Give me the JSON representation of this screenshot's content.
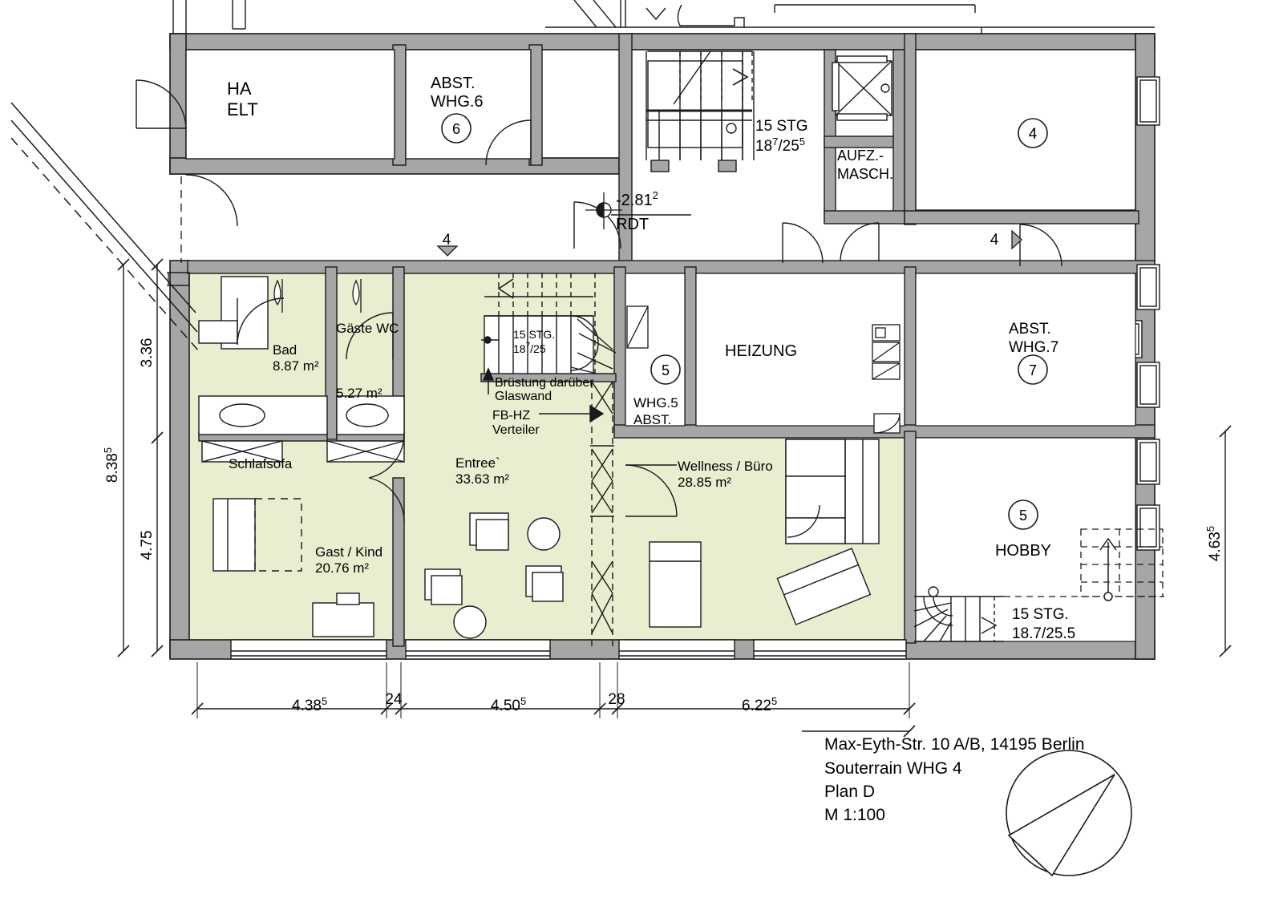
{
  "title_block": {
    "address": "Max-Eyth-Str. 10 A/B, 14195 Berlin",
    "level": "Souterrain WHG 4",
    "plan": "Plan  D",
    "scale": "M 1:100",
    "north_arrow": "north-compass-icon"
  },
  "colors": {
    "apartment_fill": "#eaedd0",
    "wall_fill": "#a6a6a6",
    "line": "#1a1a1a",
    "white": "#ffffff"
  },
  "rooms": {
    "ha_elt": {
      "line1": "HA",
      "line2": "ELT"
    },
    "abst_whg6": {
      "line1": "ABST.",
      "line2": "WHG.6",
      "marker": "6"
    },
    "aufz_masch": {
      "line1": "AUFZ.-",
      "line2": "MASCH."
    },
    "room4_top": {
      "marker": "4"
    },
    "heizung": {
      "label": "HEIZUNG"
    },
    "abst_whg7": {
      "line1": "ABST.",
      "line2": "WHG.7",
      "marker": "7"
    },
    "whg5_abst": {
      "line1": "WHG.5",
      "line2": "ABST.",
      "marker": "5"
    },
    "hobby": {
      "label": "HOBBY",
      "marker": "5"
    },
    "bad": {
      "name": "Bad",
      "area": "8.87 m²"
    },
    "gaeste_wc": {
      "name": "Gäste WC",
      "area": "5.27 m²"
    },
    "entree": {
      "name": "Entree`",
      "area": "33.63 m²"
    },
    "gast_kind": {
      "name": "Gast / Kind",
      "area": "20.76 m²"
    },
    "wellness_buero": {
      "name": "Wellness / Büro",
      "area": "28.85 m²"
    },
    "schlafsofa": {
      "label": "Schlafsofa"
    }
  },
  "annotations": {
    "stair_top": {
      "line1": "15 STG",
      "line2_base": "18",
      "line2_sup1": "7",
      "line2_mid": "/25",
      "line2_sup2": "5"
    },
    "stair_entree": {
      "line1": "15 STG.",
      "line2_base": "18",
      "line2_sup1": "7",
      "line2_mid": "/25"
    },
    "stair_hobby": {
      "line1": "15 STG.",
      "line2": "18.7/25.5"
    },
    "level_mark": {
      "value_base": "-2.81",
      "value_sup": "2",
      "label": "RDT"
    },
    "bruestung": {
      "line1": "Brüstung darüber",
      "line2": "Glaswand"
    },
    "fb_hz": {
      "line1": "FB-HZ",
      "line2": "Verteiler"
    },
    "door_marker_left": "4",
    "door_marker_right": "4"
  },
  "dimensions": {
    "bottom": [
      {
        "base": "4.38",
        "sup": "5"
      },
      {
        "base": "24",
        "sup": ""
      },
      {
        "base": "4.50",
        "sup": "5"
      },
      {
        "base": "28",
        "sup": ""
      },
      {
        "base": "6.22",
        "sup": "5"
      }
    ],
    "left_outer": {
      "base": "8.38",
      "sup": "5"
    },
    "left_inner": [
      {
        "base": "3.36",
        "sup": ""
      },
      {
        "base": "4.75",
        "sup": ""
      }
    ],
    "right_outer": {
      "base": "4.63",
      "sup": "5"
    }
  }
}
